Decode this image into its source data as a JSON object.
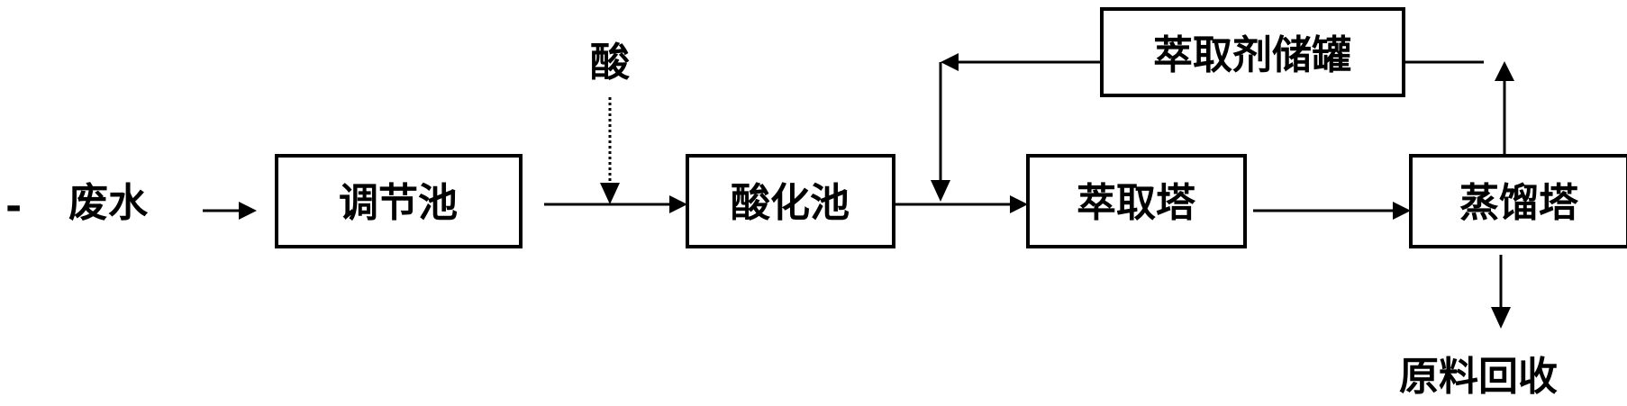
{
  "diagram": {
    "nodes": {
      "regulating_tank": "调节池",
      "acidification_tank": "酸化池",
      "extraction_tower": "萃取塔",
      "distillation_tower": "蒸馏塔",
      "extractant_storage_tank": "萃取剂储罐"
    },
    "inputs": {
      "wastewater": "废水",
      "acid": "酸"
    },
    "outputs": {
      "raw_material_recovery": "原料回收"
    },
    "edge_label_left": "-"
  }
}
